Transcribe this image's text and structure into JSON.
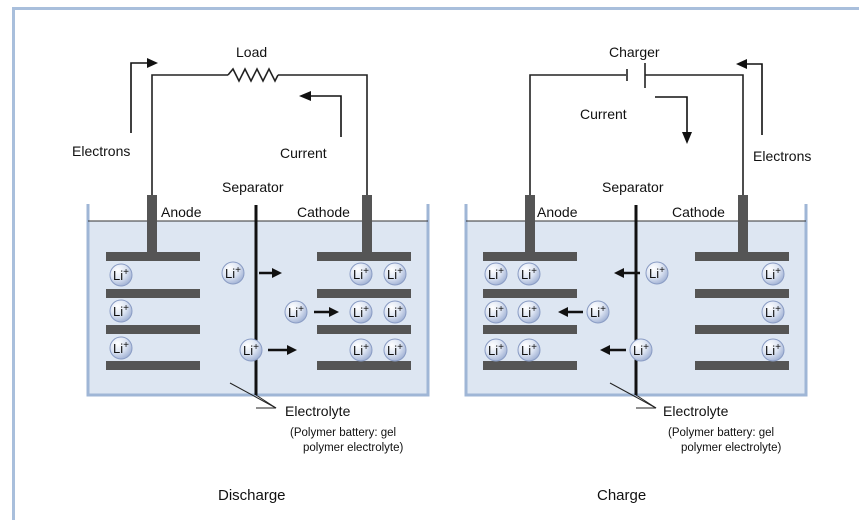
{
  "discharge": {
    "load_label": "Load",
    "electrons_label": "Electrons",
    "current_label": "Current",
    "separator_label": "Separator",
    "anode_label": "Anode",
    "cathode_label": "Cathode",
    "electrolyte_label": "Electrolyte",
    "electrolyte_note_line1": "(Polymer battery: gel",
    "electrolyte_note_line2": "polymer electrolyte)",
    "caption": "Discharge"
  },
  "charge": {
    "charger_label": "Charger",
    "current_label": "Current",
    "electrons_label": "Electrons",
    "separator_label": "Separator",
    "anode_label": "Anode",
    "cathode_label": "Cathode",
    "electrolyte_label": "Electrolyte",
    "electrolyte_note_line1": "(Polymer battery: gel",
    "electrolyte_note_line2": "polymer electrolyte)",
    "caption": "Charge"
  },
  "ion_symbol": "Li",
  "ion_charge": "+",
  "colors": {
    "frame": "#a9bfdc",
    "electrolyte_fill": "#dde6f2",
    "electrolyte_border": "#9fb6d6",
    "electrode": "#555555",
    "wire": "#222222",
    "ion_fill": "#c7d3ea"
  }
}
